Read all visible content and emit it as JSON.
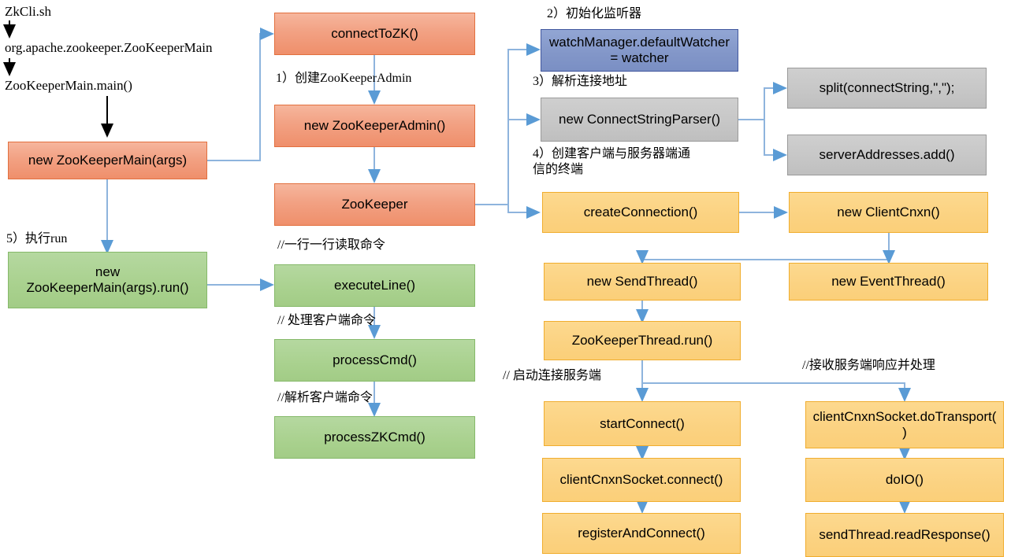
{
  "diagram": {
    "title": "ZooKeeper client startup call flow",
    "colors": {
      "orange_fill": "#f2a183",
      "orange_border": "#e2703f",
      "green_fill": "#a9d18e",
      "green_border": "#86b96a",
      "blue_fill": "#8296c8",
      "blue_border": "#41579e",
      "gray_fill": "#c6c6c6",
      "gray_border": "#9a9a9a",
      "yellow_fill": "#fbd281",
      "yellow_border": "#f0ad2e",
      "connector_blue": "#8eb4dd",
      "connector_black": "#000000"
    },
    "entry_chain": [
      {
        "id": "zkcli",
        "label": "ZkCli.sh"
      },
      {
        "id": "zk-main-class",
        "label": "org.apache.zookeeper.ZooKeeperMain"
      },
      {
        "id": "zk-main-method",
        "label": "ZooKeeperMain.main()"
      }
    ],
    "notes": [
      {
        "id": "note-step5",
        "label": "5）执行run"
      },
      {
        "id": "note-step1",
        "label": "1）创建ZooKeeperAdmin"
      },
      {
        "id": "note-read-line",
        "label": "//一行一行读取命令"
      },
      {
        "id": "note-process-cmd",
        "label": "// 处理客户端命令"
      },
      {
        "id": "note-parse-cmd",
        "label": "//解析客户端命令"
      },
      {
        "id": "note-step2",
        "label": "2）初始化监听器"
      },
      {
        "id": "note-step3",
        "label": "3）解析连接地址"
      },
      {
        "id": "note-step4",
        "label": "4）创建客户端与服务器端通\n信的终端"
      },
      {
        "id": "note-start-connect",
        "label": "// 启动连接服务端"
      },
      {
        "id": "note-receive-response",
        "label": "//接收服务端响应并处理"
      }
    ],
    "boxes": [
      {
        "id": "new-zookeepermain-args",
        "label": "new ZooKeeperMain(args)",
        "color": "orange"
      },
      {
        "id": "new-zookeepermain-run",
        "label": "new ZooKeeperMain(args).run()",
        "color": "green"
      },
      {
        "id": "connect-to-zk",
        "label": "connectToZK()",
        "color": "orange"
      },
      {
        "id": "new-zookeeperadmin",
        "label": "new ZooKeeperAdmin()",
        "color": "orange"
      },
      {
        "id": "zookeeper",
        "label": "ZooKeeper",
        "color": "orange"
      },
      {
        "id": "execute-line",
        "label": "executeLine()",
        "color": "green"
      },
      {
        "id": "process-cmd",
        "label": "processCmd()",
        "color": "green"
      },
      {
        "id": "process-zkcmd",
        "label": "processZKCmd()",
        "color": "green"
      },
      {
        "id": "watch-manager",
        "label": "watchManager.defaultWatcher = watcher",
        "color": "blue"
      },
      {
        "id": "new-connectstringparser",
        "label": "new ConnectStringParser()",
        "color": "gray"
      },
      {
        "id": "split-connectstring",
        "label": "split(connectString,\",\");",
        "color": "gray"
      },
      {
        "id": "server-addresses-add",
        "label": "serverAddresses.add()",
        "color": "gray"
      },
      {
        "id": "create-connection",
        "label": "createConnection()",
        "color": "yellow"
      },
      {
        "id": "new-clientcnxn",
        "label": "new ClientCnxn()",
        "color": "yellow"
      },
      {
        "id": "new-sendthread",
        "label": "new SendThread()",
        "color": "yellow"
      },
      {
        "id": "new-eventthread",
        "label": "new EventThread()",
        "color": "yellow"
      },
      {
        "id": "zookeeperthread-run",
        "label": "ZooKeeperThread.run()",
        "color": "yellow"
      },
      {
        "id": "start-connect",
        "label": "startConnect()",
        "color": "yellow"
      },
      {
        "id": "clientcnxnsocket-dotransport",
        "label": "clientCnxnSocket.doTransport()",
        "color": "yellow"
      },
      {
        "id": "clientcnxnsocket-connect",
        "label": "clientCnxnSocket.connect()",
        "color": "yellow"
      },
      {
        "id": "do-io",
        "label": "doIO()",
        "color": "yellow"
      },
      {
        "id": "register-and-connect",
        "label": "registerAndConnect()",
        "color": "yellow"
      },
      {
        "id": "sendthread-readresponse",
        "label": "sendThread.readResponse()",
        "color": "yellow"
      }
    ]
  }
}
